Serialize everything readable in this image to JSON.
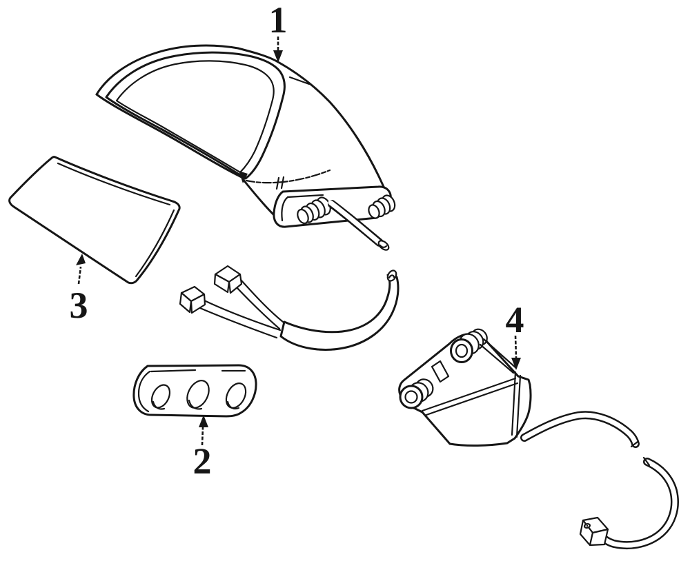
{
  "diagram": {
    "background_color": "#ffffff",
    "ink_color": "#161616",
    "callouts": [
      {
        "number": "1"
      },
      {
        "number": "2"
      },
      {
        "number": "3"
      },
      {
        "number": "4"
      }
    ]
  }
}
